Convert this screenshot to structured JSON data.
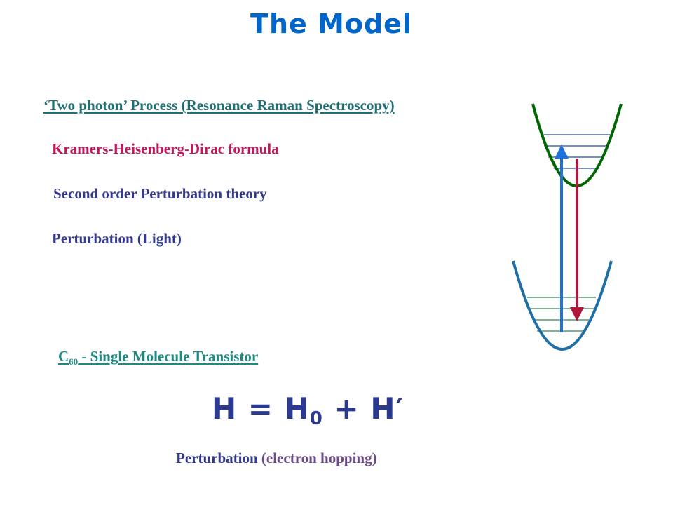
{
  "slide": {
    "title": "The Model",
    "title_color": "#0066cc",
    "two_photon_heading": "‘Two photon’ Process (Resonance Raman Spectroscopy)",
    "two_photon_color": "#1f6f74",
    "kramers": "Kramers-Heisenberg-Dirac formula",
    "kramers_color": "#c4165c",
    "second_order": "Second order Perturbation theory",
    "perturbation_light": "Perturbation (Light)",
    "item_color": "#333a8f",
    "c60": {
      "symbol": "C",
      "subscript": "60",
      "rest": " - Single Molecule Transistor",
      "color": "#1a8a84"
    },
    "equation": {
      "lhs": "H",
      "equals": "=",
      "term1": "H",
      "term1_sub": "0",
      "plus": "+",
      "term2": "H",
      "term2_prime": "′",
      "color": "#2b3a8f"
    },
    "bottom_caption": {
      "word": "Perturbation",
      "rest": " (electron hopping)",
      "word_color": "#333a8f",
      "rest_color": "#6b4a8a"
    }
  },
  "diagram": {
    "upper_curve_color": "#006600",
    "lower_curve_color": "#1f6fa6",
    "level_line_color_upper": "#1f4fa6",
    "level_line_color_lower": "#2e8b57",
    "excitation_arrow_color": "#1e72d8",
    "emission_arrow_color": "#b0153a"
  }
}
